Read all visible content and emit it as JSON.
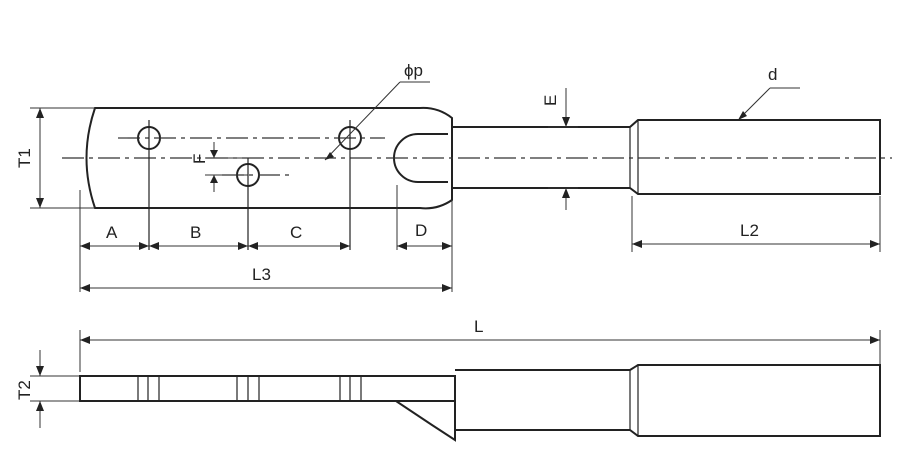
{
  "labels": {
    "phi_p": "ϕp",
    "d": "d",
    "e": "E",
    "t1": "T1",
    "f": "F",
    "a": "A",
    "b": "B",
    "c": "C",
    "d_dim": "D",
    "l2": "L2",
    "l3": "L3",
    "l": "L",
    "t2": "T2"
  }
}
